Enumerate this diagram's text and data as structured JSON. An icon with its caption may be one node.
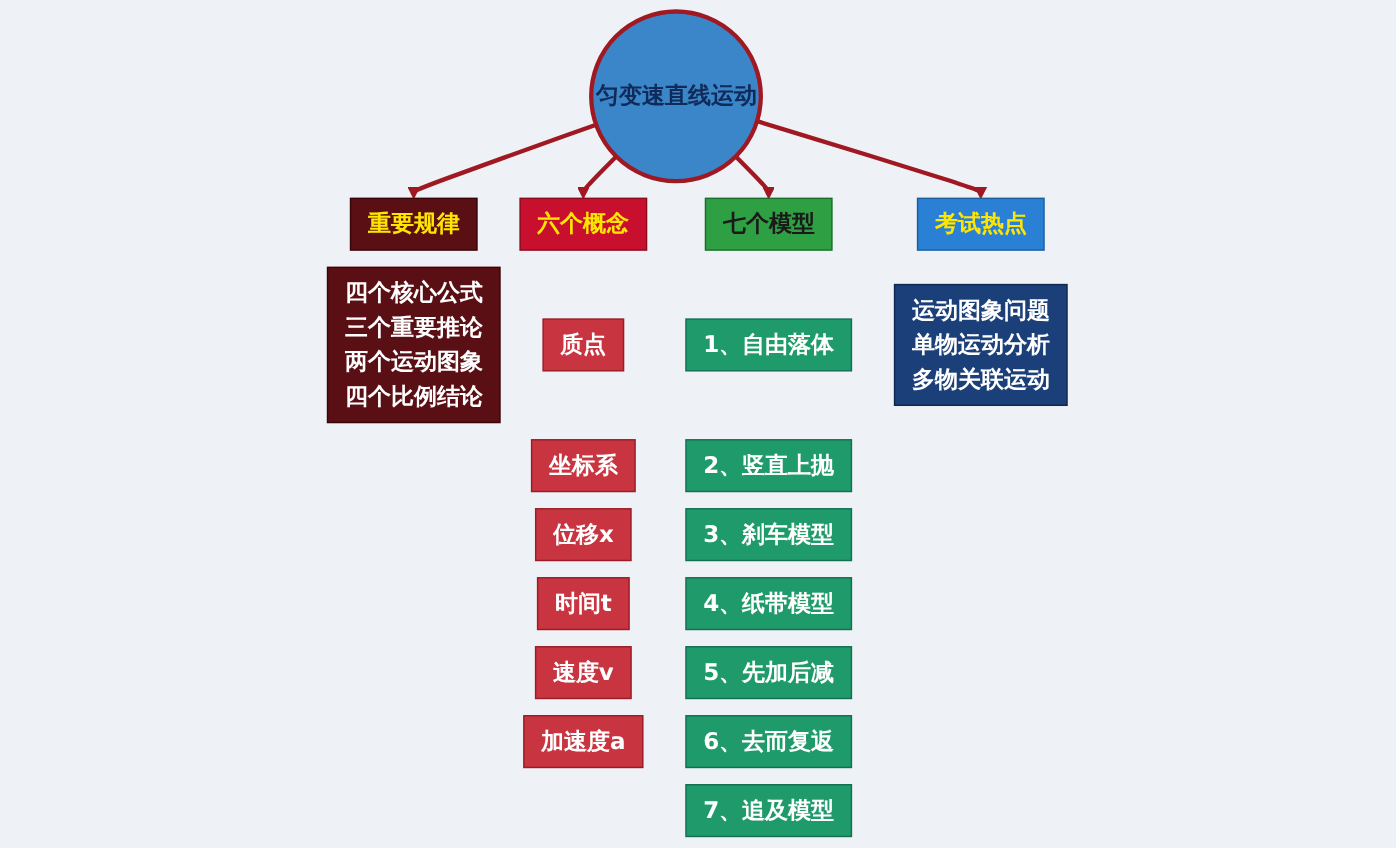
{
  "diagram": {
    "nodes": [
      {
        "text": [
          "四个核心公式",
          "三个重要推论",
          "两个运动图象",
          "四个比例结论"
        ]
      },
      {
        "text": [
          "重要规律"
        ]
      },
      {
        "text": [
          "质点"
        ]
      },
      {
        "text": [
          "坐标系"
        ]
      },
      {
        "text": [
          "位移x"
        ]
      },
      {
        "text": [
          "时间t"
        ]
      },
      {
        "text": [
          "速度v"
        ]
      },
      {
        "text": [
          "加速度a"
        ]
      },
      {
        "text": [
          "六个概念"
        ]
      },
      {
        "text": [
          "匀变速直线运动"
        ]
      },
      {
        "text": [
          "七个模型"
        ]
      },
      {
        "text": [
          "1、自由落体"
        ]
      },
      {
        "text": [
          "2、竖直上抛"
        ]
      },
      {
        "text": [
          "3、刹车模型"
        ]
      },
      {
        "text": [
          "4、纸带模型"
        ]
      },
      {
        "text": [
          "5、先加后减"
        ]
      },
      {
        "text": [
          "6、去而复返"
        ]
      },
      {
        "text": [
          "7、追及模型"
        ]
      },
      {
        "text": [
          "考试热点"
        ]
      },
      {
        "text": [
          "运动图象问题",
          "单物运动分析",
          "多物关联运动"
        ]
      }
    ],
    "edges": [
      {
        "from": 9,
        "to": 1,
        "arrow": "to"
      },
      {
        "from": 9,
        "to": 8,
        "arrow": "to"
      },
      {
        "from": 9,
        "to": 10,
        "arrow": "to"
      },
      {
        "from": 9,
        "to": 18,
        "arrow": "to"
      }
    ]
  }
}
